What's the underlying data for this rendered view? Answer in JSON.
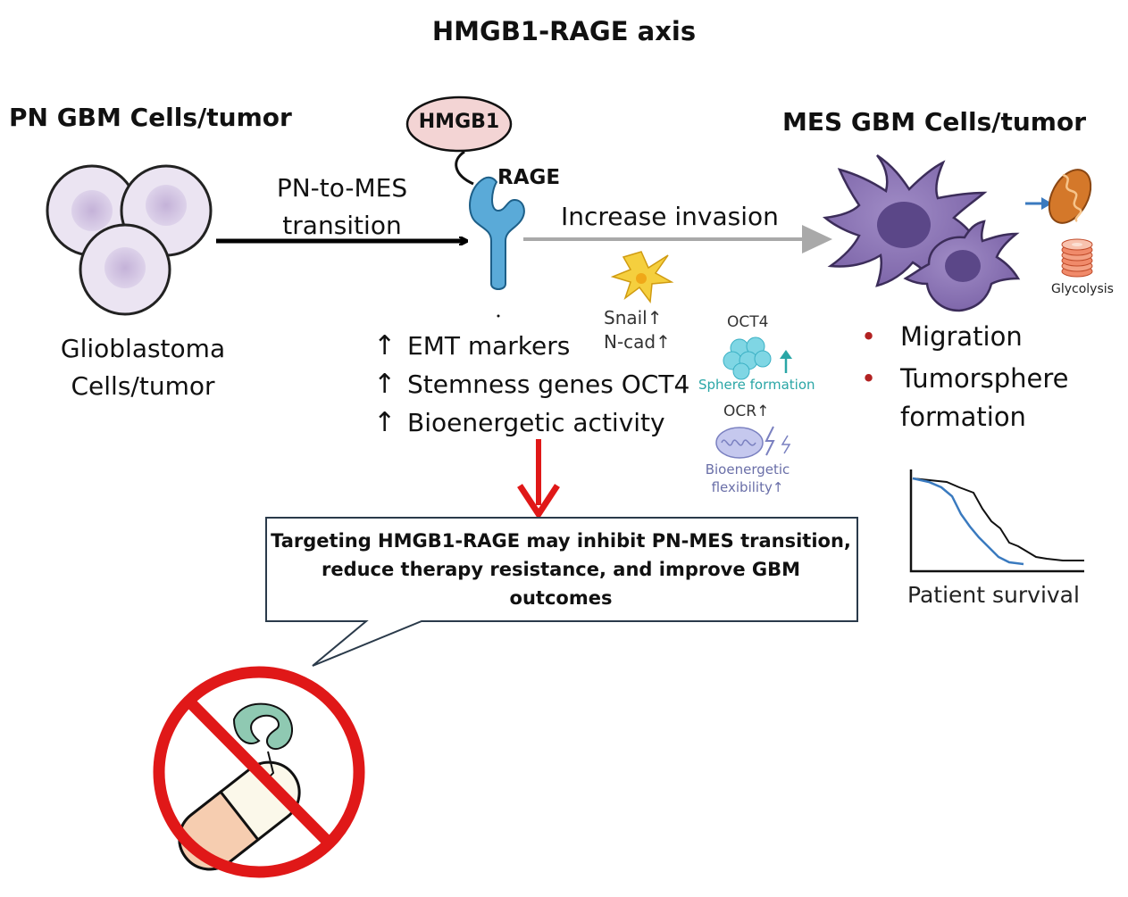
{
  "title": "HMGB1-RAGE axis",
  "pn": {
    "title": "PN GBM Cells/tumor",
    "label": "Glioblastoma Cells/tumor"
  },
  "transition": {
    "label": "PN-to-MES transition"
  },
  "receptor": {
    "ligand": "HMGB1",
    "name": "RAGE"
  },
  "invasion": {
    "label": "Increase invasion"
  },
  "markers": [
    {
      "arrow": "↑",
      "text": "EMT markers"
    },
    {
      "arrow": "↑",
      "text": "Stemness genes OCT4"
    },
    {
      "arrow": "↑",
      "text": "Bioenergetic activity"
    }
  ],
  "insets": {
    "snail": "Snail↑",
    "ncad": "N-cad↑",
    "oct4": "OCT4",
    "sphere": "Sphere formation",
    "ocr": "OCR↑",
    "bioflex": "Bioenergetic flexibility↑",
    "glycolysis": "Glycolysis"
  },
  "mes": {
    "title": "MES GBM Cells/tumor",
    "outcomes": [
      "Migration",
      "Tumorsphere formation"
    ]
  },
  "survival": {
    "label": "Patient survival"
  },
  "callout": {
    "text": "Targeting HMGB1-RAGE may inhibit PN-MES transition, reduce therapy resistance, and improve GBM outcomes"
  },
  "colors": {
    "cell_fill": "#ebe4f2",
    "cell_nucleus": "#c8b8da",
    "mes_cell": "#8e76b8",
    "rage": "#5aaad8",
    "hmgb1_fill": "#f3d4d4",
    "invasion_arrow": "#a9a9a9",
    "red_arrow": "#e01818",
    "prohibit": "#e01818",
    "survival_line_a": "#111111",
    "survival_line_b": "#3a7abf"
  }
}
